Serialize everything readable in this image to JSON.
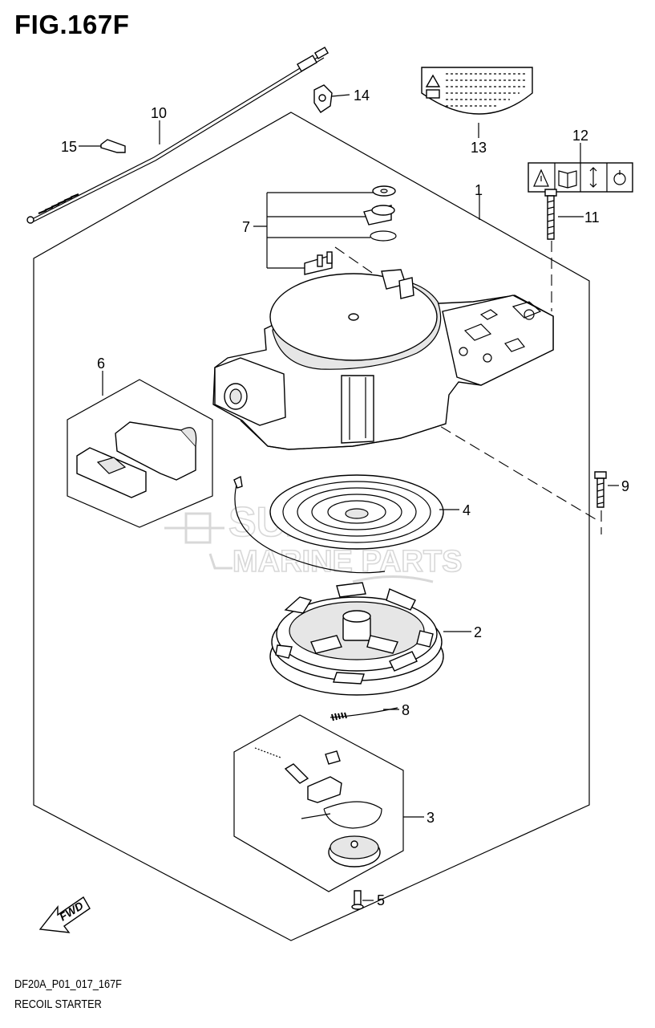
{
  "figure": {
    "title": "FIG.167F",
    "code": "DF20A_P01_017_167F",
    "name": "RECOIL STARTER"
  },
  "callouts": [
    "1",
    "2",
    "3",
    "4",
    "5",
    "6",
    "7",
    "8",
    "9",
    "10",
    "11",
    "12",
    "13",
    "14",
    "15"
  ],
  "watermark": {
    "line1": "SUZUKI",
    "line2": "MARINE PARTS"
  },
  "fwd_label": "FWD",
  "icons": [
    "warning-triangle-icon",
    "manual-book-icon",
    "up-down-arrow-icon",
    "start-knob-icon"
  ]
}
